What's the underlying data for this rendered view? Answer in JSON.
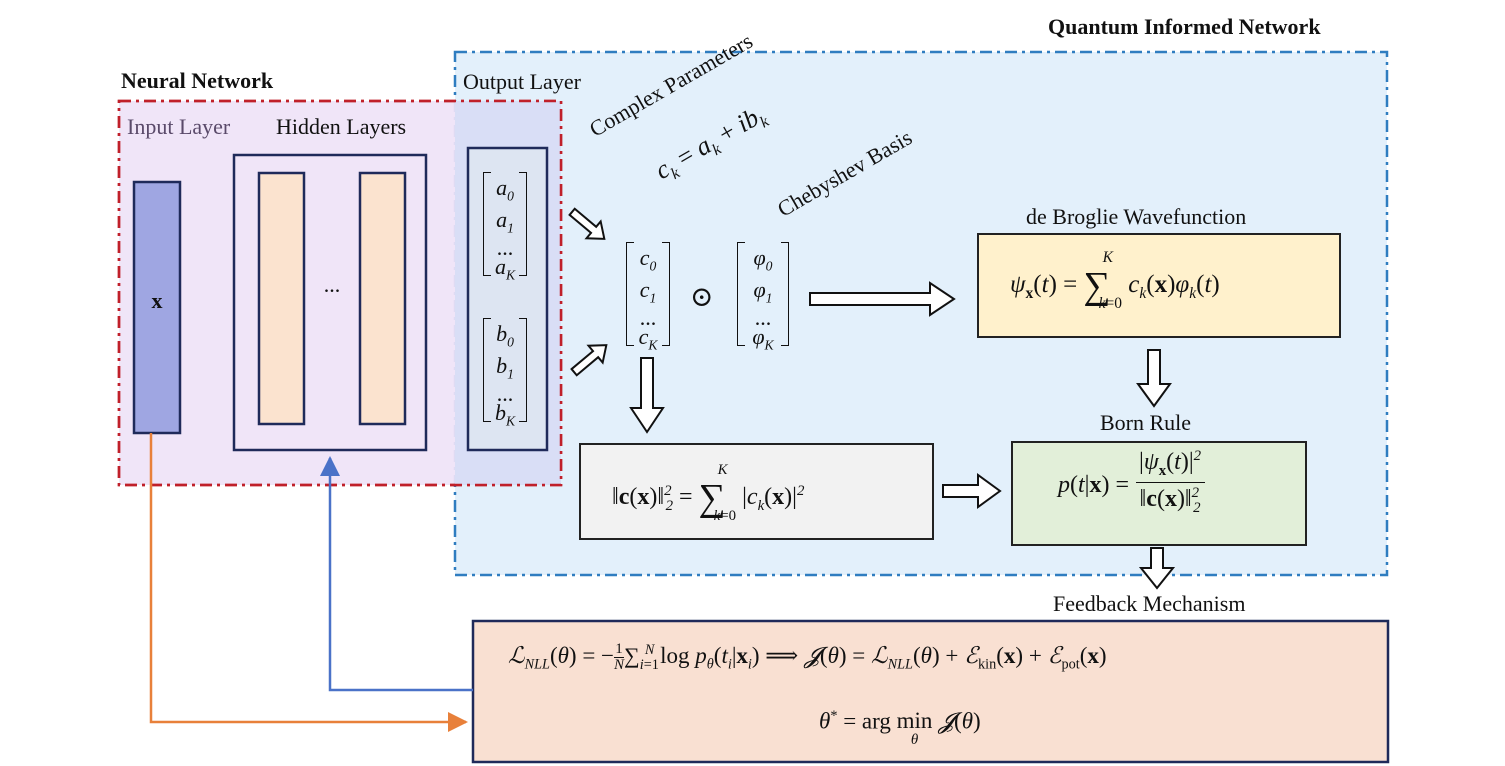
{
  "titles": {
    "quantum": "Quantum Informed Network",
    "neural": "Neural Network"
  },
  "layers": {
    "input": "Input Layer",
    "hidden": "Hidden Layers",
    "output": "Output Layer",
    "input_symbol": "x",
    "hidden_ellipsis": "..."
  },
  "vectors": {
    "a": [
      "a0",
      "a1",
      "...",
      "aK"
    ],
    "b": [
      "b0",
      "b1",
      "...",
      "bK"
    ],
    "c": [
      "c0",
      "c1",
      "...",
      "cK"
    ],
    "phi": [
      "φ0",
      "φ1",
      "...",
      "φK"
    ]
  },
  "labels": {
    "complex_params": "Complex Parameters",
    "complex_formula": "c_k = a_k + i b_k",
    "chebyshev": "Chebyshev Basis",
    "hadamard": "⊙",
    "wavefunction": "de Broglie Wavefunction",
    "born": "Born Rule",
    "feedback": "Feedback Mechanism"
  },
  "equations": {
    "psi": "ψ_x(t) = Σ_{k=0}^{K} c_k(x) φ_k(t)",
    "norm": "‖c(x)‖²₂ = Σ_{k=0}^{K} |c_k(x)|²",
    "born": "p(t|x) = |ψ_x(t)|² / ‖c(x)‖²₂",
    "loss": "L_NLL(θ) = −(1/N) Σ_{i=1}^{N} log p_θ(t_i|x_i) ⟹ J(θ) = L_NLL(θ) + E_kin(x) + E_pot(x)",
    "argmin": "θ* = arg min_θ J(θ)"
  },
  "colors": {
    "quantum_border": "#2f7dc0",
    "quantum_fill": "#e3f0fb",
    "neural_border": "#c0202a",
    "neural_fill": "#efe3f7",
    "input_bar": "#9fa6e2",
    "hidden_bar": "#fbe3cf",
    "output_fill": "#d9def6",
    "psi_fill": "#fff1cc",
    "norm_fill": "#f2f2f2",
    "born_fill": "#e2efd9",
    "loss_fill": "#f9e0d2",
    "orange_arrow": "#e8803a",
    "blue_arrow": "#4a72c8"
  }
}
